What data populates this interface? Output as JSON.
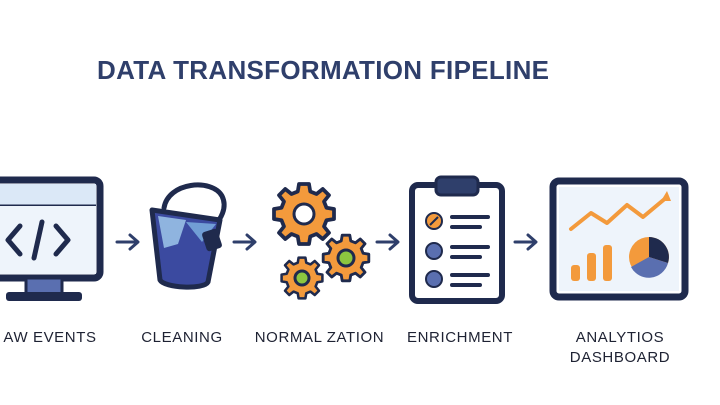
{
  "title": "DATA TRANSFORMATION FIPELINE",
  "steps": [
    {
      "label": "AW EVENTS",
      "icon": "monitor-code-icon"
    },
    {
      "label": "CLEANING",
      "icon": "bucket-icon"
    },
    {
      "label": "NORMAL ZATION",
      "icon": "gears-icon"
    },
    {
      "label": "ENRICHMENT",
      "icon": "clipboard-checklist-icon"
    },
    {
      "label_line1": "ANALYTIOS",
      "label_line2": "DASHBOARD",
      "icon": "dashboard-chart-icon"
    }
  ],
  "colors": {
    "navy": "#2f3f6b",
    "dark": "#1f2a4d",
    "orange": "#f39a3c",
    "green": "#8cc63f",
    "light_blue": "#dbe8f7",
    "mid_blue": "#5a6fb0"
  }
}
